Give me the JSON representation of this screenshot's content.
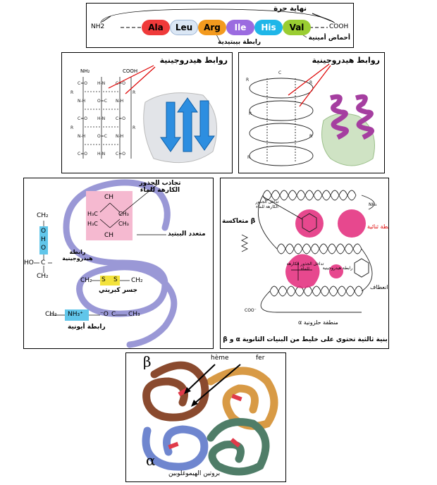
{
  "peptide": {
    "free_end_label": "نهاية حرة",
    "amine": "NH2",
    "carboxyl": "COOH",
    "peptide_bond_label": "رابطة بيبتيدية",
    "amino_acids_label": "أحماض أمينية",
    "amino_acids": [
      {
        "name": "Ala",
        "color": "#ef3a3a"
      },
      {
        "name": "Leu",
        "color": "#dbe7f5"
      },
      {
        "name": "Arg",
        "color": "#f39a1e"
      },
      {
        "name": "Ile",
        "color": "#9b6be0"
      },
      {
        "name": "His",
        "color": "#1fb6e8"
      },
      {
        "name": "Val",
        "color": "#9acd32"
      }
    ]
  },
  "sheet": {
    "title": "روابط هيدروجينية",
    "nh2": "NH₂",
    "cooh": "COOH"
  },
  "helix": {
    "title": "روابط هيدروجينية"
  },
  "tertiary": {
    "hydrophobic_title": "تجاذب الجذور الكارهة للماء",
    "polypeptide": "متعدد الببتيد",
    "hydrogen_bond": "رابطة هيدروجينية",
    "disulfide_bridge": "جسر كبريتي",
    "ionic_bond": "رابطة أيونية",
    "ch2": "CH₂",
    "ch": "CH",
    "ch3": "CH₃",
    "h3c": "H₃C",
    "o": "O",
    "h": "H",
    "c": "C",
    "ho": "HO",
    "s": "S",
    "nh3": "NH₃⁺",
    "o_minus": "⁻O"
  },
  "mixed": {
    "inside_hydrophobic": "تداخل الجذور الكارهة للماء",
    "beta_antiparallel": "β متعاكسة",
    "disulfide": "رابطة ثنائية",
    "hydrogen_bond": "رابطة هيدروجينية",
    "inside_hydrophobic_2": "تداخل الجذور الكارهة للماء",
    "turn_region": "منطقة انعطاف",
    "alpha_region": "منطقة حلزونية α",
    "nh3": "NH₃",
    "coo": "COO⁻",
    "caption": "بنية ثالثية تحتوي على خليط من البنيات الثانوية α و β"
  },
  "hemoglobin": {
    "beta": "β",
    "alpha": "α",
    "heme": "hème",
    "iron": "fer",
    "caption": "بروتين الهيموغلوبين",
    "colors": {
      "brown": "#8a4a2e",
      "orange": "#d89a45",
      "blue": "#6f86cf",
      "green": "#4f7d68",
      "heme": "#e03a4a"
    }
  }
}
